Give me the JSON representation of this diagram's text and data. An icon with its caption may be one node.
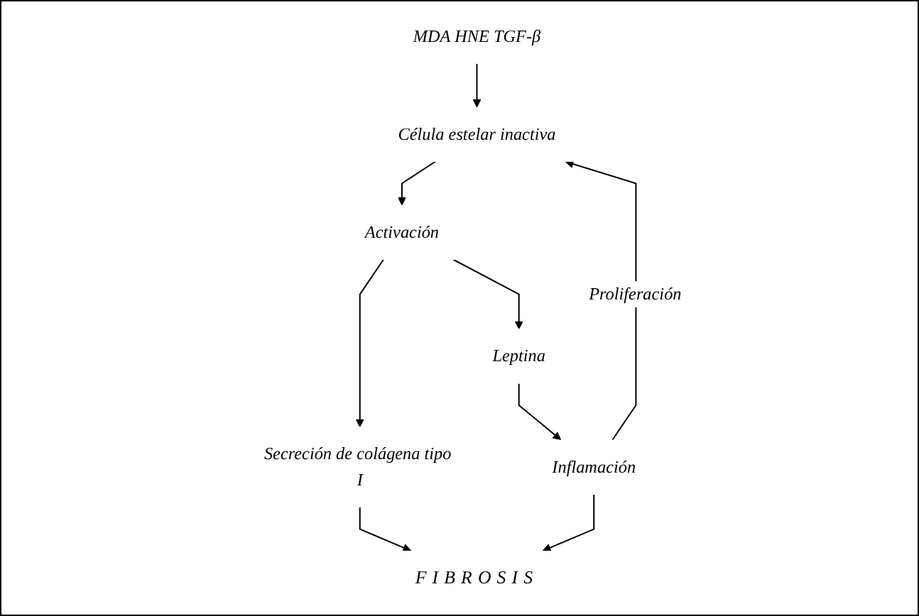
{
  "diagram": {
    "nodes": [
      {
        "text": [
          "MDA HNE TGF-β"
        ]
      },
      {
        "text": [
          "Célula estelar inactiva"
        ]
      },
      {
        "text": [
          "Activación"
        ]
      },
      {
        "text": [
          "Leptina"
        ]
      },
      {
        "text": [
          "Secreción de colágena tipo I"
        ]
      },
      {
        "text": [
          "Inflamación"
        ]
      },
      {
        "text": [
          "FIBROSIS"
        ]
      }
    ],
    "edges": [
      {
        "from": 0,
        "to": 1,
        "arrow": "to"
      },
      {
        "from": 1,
        "to": 2,
        "arrow": "to"
      },
      {
        "from": 2,
        "to": 3,
        "arrow": "to"
      },
      {
        "from": 2,
        "to": 4,
        "arrow": "to"
      },
      {
        "from": 3,
        "to": 5,
        "arrow": "to"
      },
      {
        "from": 5,
        "to": 1,
        "arrow": "to",
        "label": "Proliferación"
      },
      {
        "from": 4,
        "to": 6,
        "arrow": "to"
      },
      {
        "from": 5,
        "to": 6,
        "arrow": "to"
      }
    ]
  }
}
